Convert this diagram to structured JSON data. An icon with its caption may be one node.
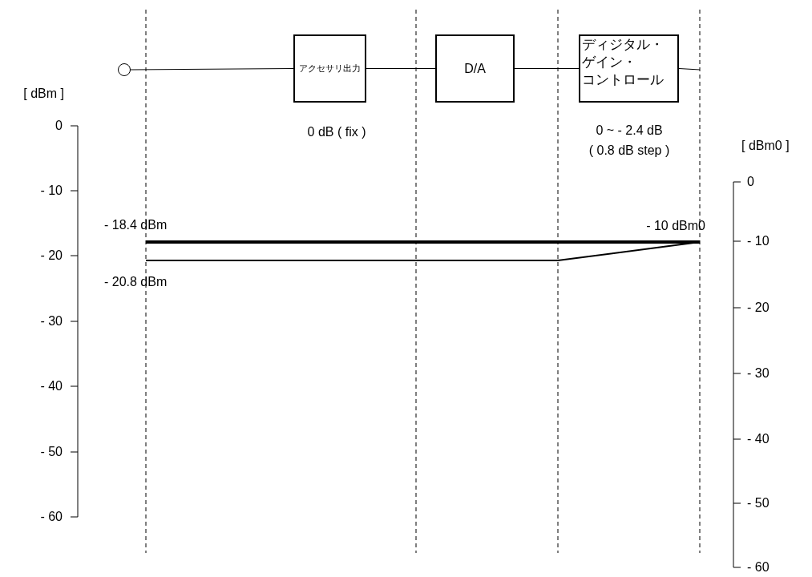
{
  "diagram": {
    "nodes": [
      {
        "text": [],
        "shape": "circle"
      },
      {
        "text": [
          "アクセサリ出力"
        ],
        "beside": [
          "0 dB ( fix )"
        ]
      },
      {
        "text": [
          "D/A"
        ]
      },
      {
        "text": [
          "ディジタル・ゲイン・コントロール"
        ],
        "beside": [
          "0 ~ - 2.4 dB",
          "( 0.8 dB step )"
        ]
      }
    ],
    "edges": [
      {
        "from": 0,
        "to": 1,
        "arrow": "none"
      },
      {
        "from": 1,
        "to": 2,
        "arrow": "none"
      },
      {
        "from": 2,
        "to": 3,
        "arrow": "none"
      },
      {
        "from": 3,
        "to": null,
        "arrow": "none"
      }
    ],
    "labels": [
      "[ dBm ]",
      "0",
      "- 10",
      "- 20",
      "- 30",
      "- 40",
      "- 50",
      "- 60",
      "[ dBm0 ]",
      "0",
      "- 10",
      "- 20",
      "- 30",
      "- 40",
      "- 50",
      "- 60",
      "- 18.4 dBm",
      "- 10 dBm0",
      "- 20.8 dBm"
    ]
  }
}
